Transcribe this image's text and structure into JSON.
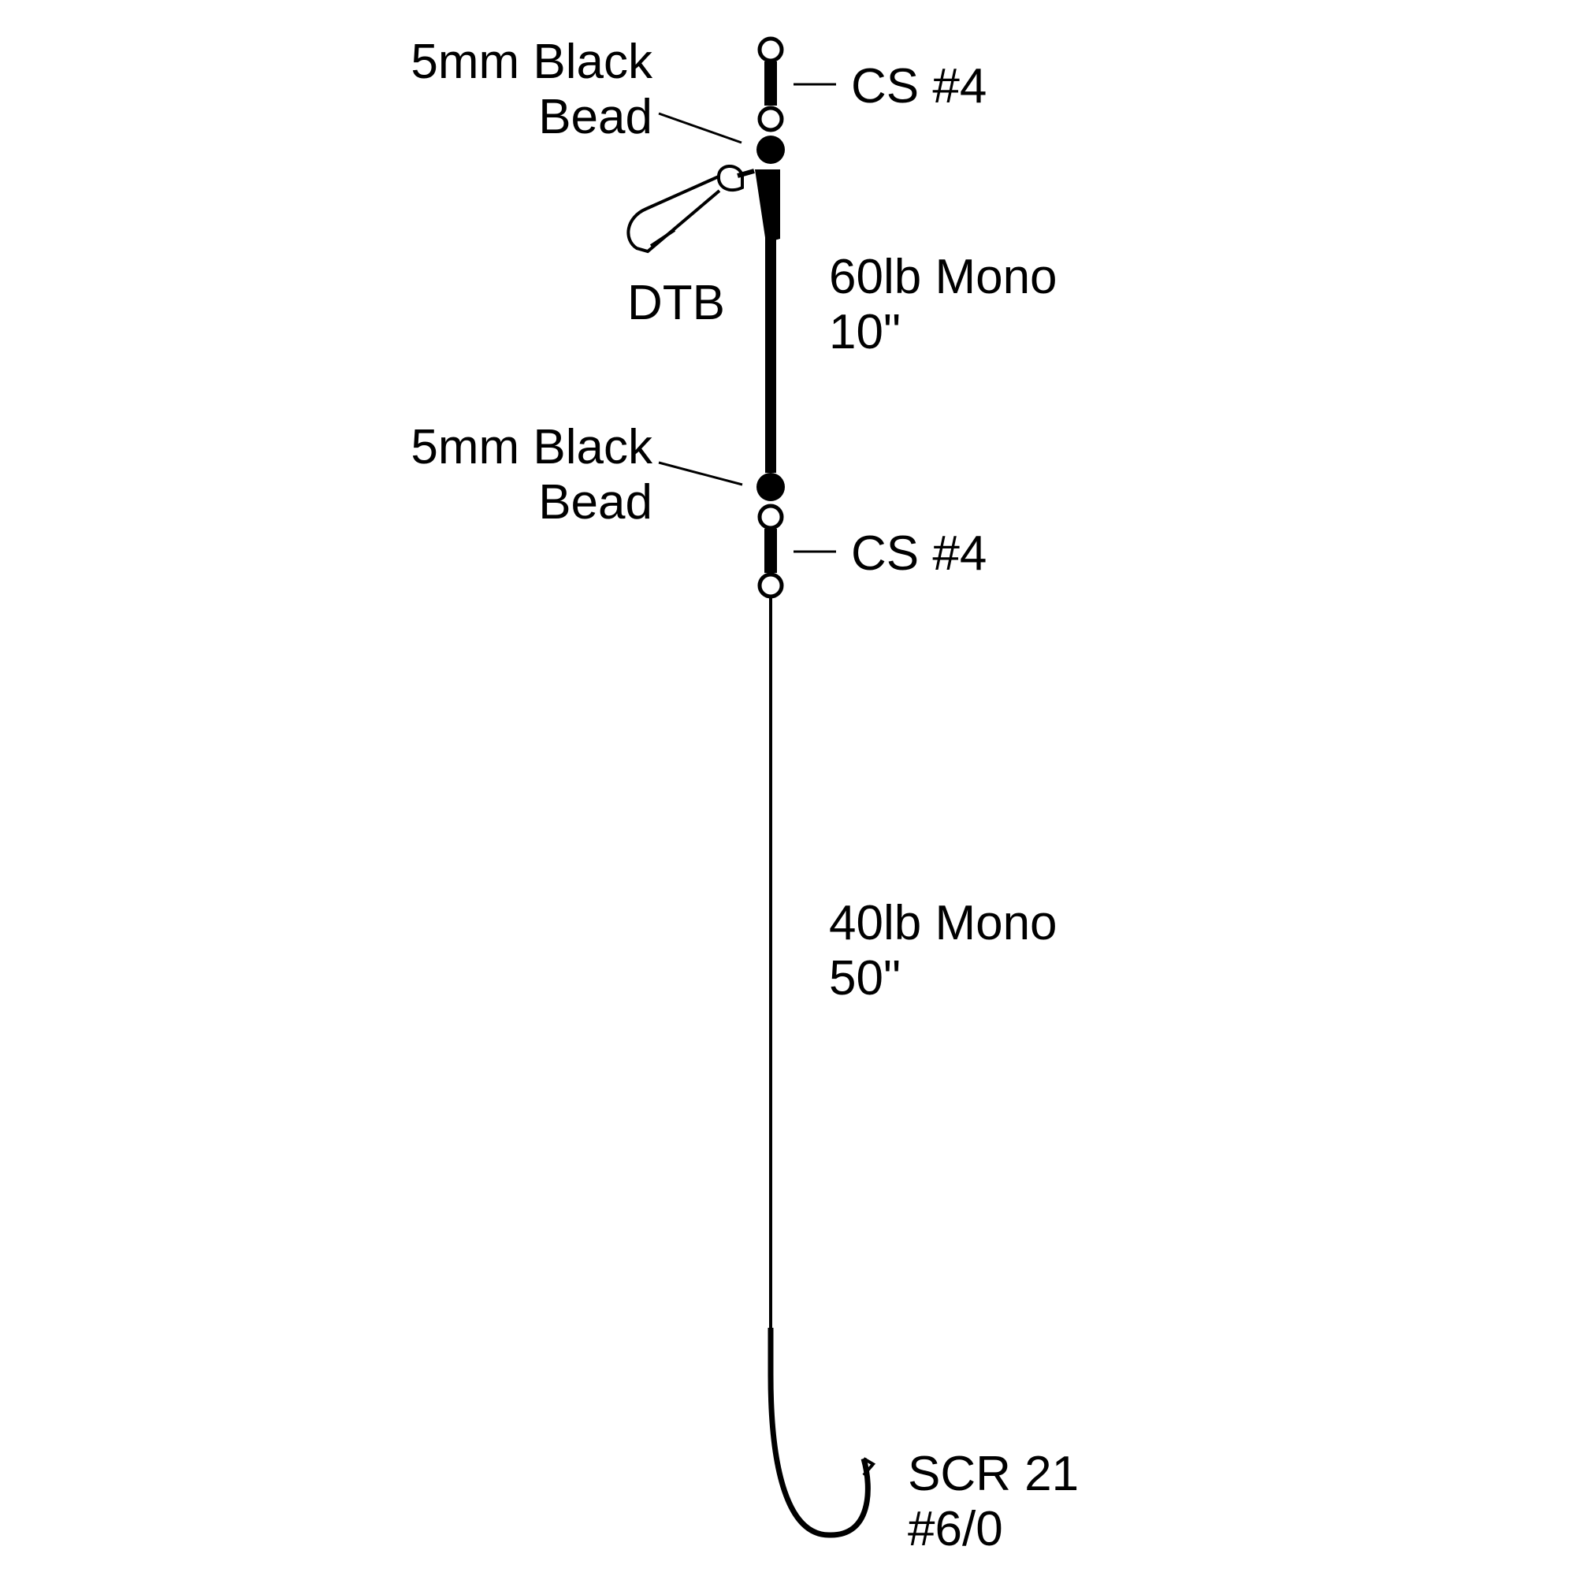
{
  "colors": {
    "line": "#000000",
    "background": "#ffffff"
  },
  "labels": {
    "top_bead": {
      "line1": "5mm Black",
      "line2": "Bead"
    },
    "top_swivel": "CS #4",
    "dtb": "DTB",
    "upper_leader": {
      "line1": "60lb Mono",
      "line2": "10\""
    },
    "bottom_bead": {
      "line1": "5mm Black",
      "line2": "Bead"
    },
    "bottom_swivel": "CS #4",
    "lower_leader": {
      "line1": "40lb Mono",
      "line2": "50\""
    },
    "hook": {
      "line1": "SCR 21",
      "line2": "#6/0"
    }
  }
}
